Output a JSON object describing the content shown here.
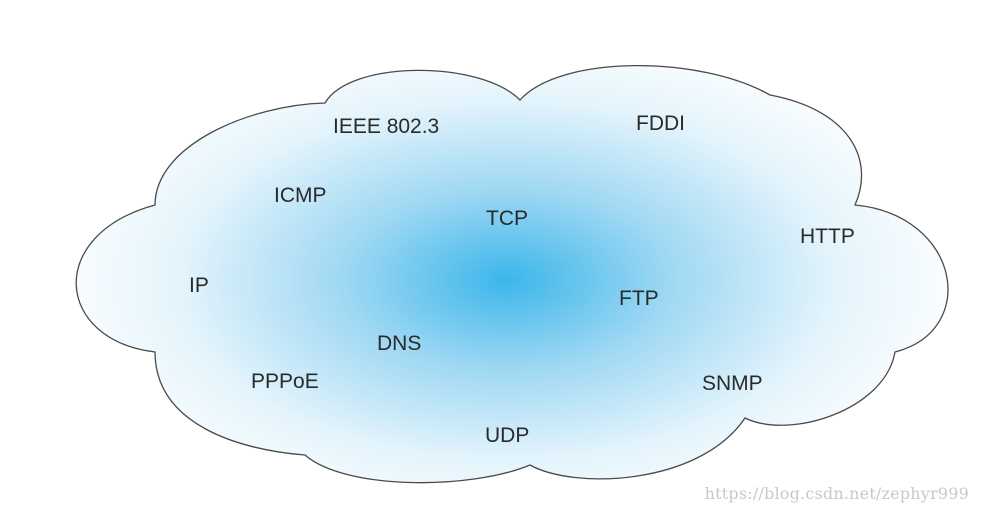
{
  "diagram": {
    "colors": {
      "cloud_center": "#3cb6ea",
      "cloud_edge": "#ffffff",
      "cloud_outline": "#4a4a4a",
      "label_text": "#2a2a2a",
      "watermark_text": "#c8c8c8"
    },
    "labels": {
      "ieee": "IEEE 802.3",
      "fddi": "FDDI",
      "icmp": "ICMP",
      "tcp": "TCP",
      "http": "HTTP",
      "ip": "IP",
      "ftp": "FTP",
      "dns": "DNS",
      "pppoe": "PPPoE",
      "snmp": "SNMP",
      "udp": "UDP"
    }
  },
  "watermark": "https://blog.csdn.net/zephyr999"
}
